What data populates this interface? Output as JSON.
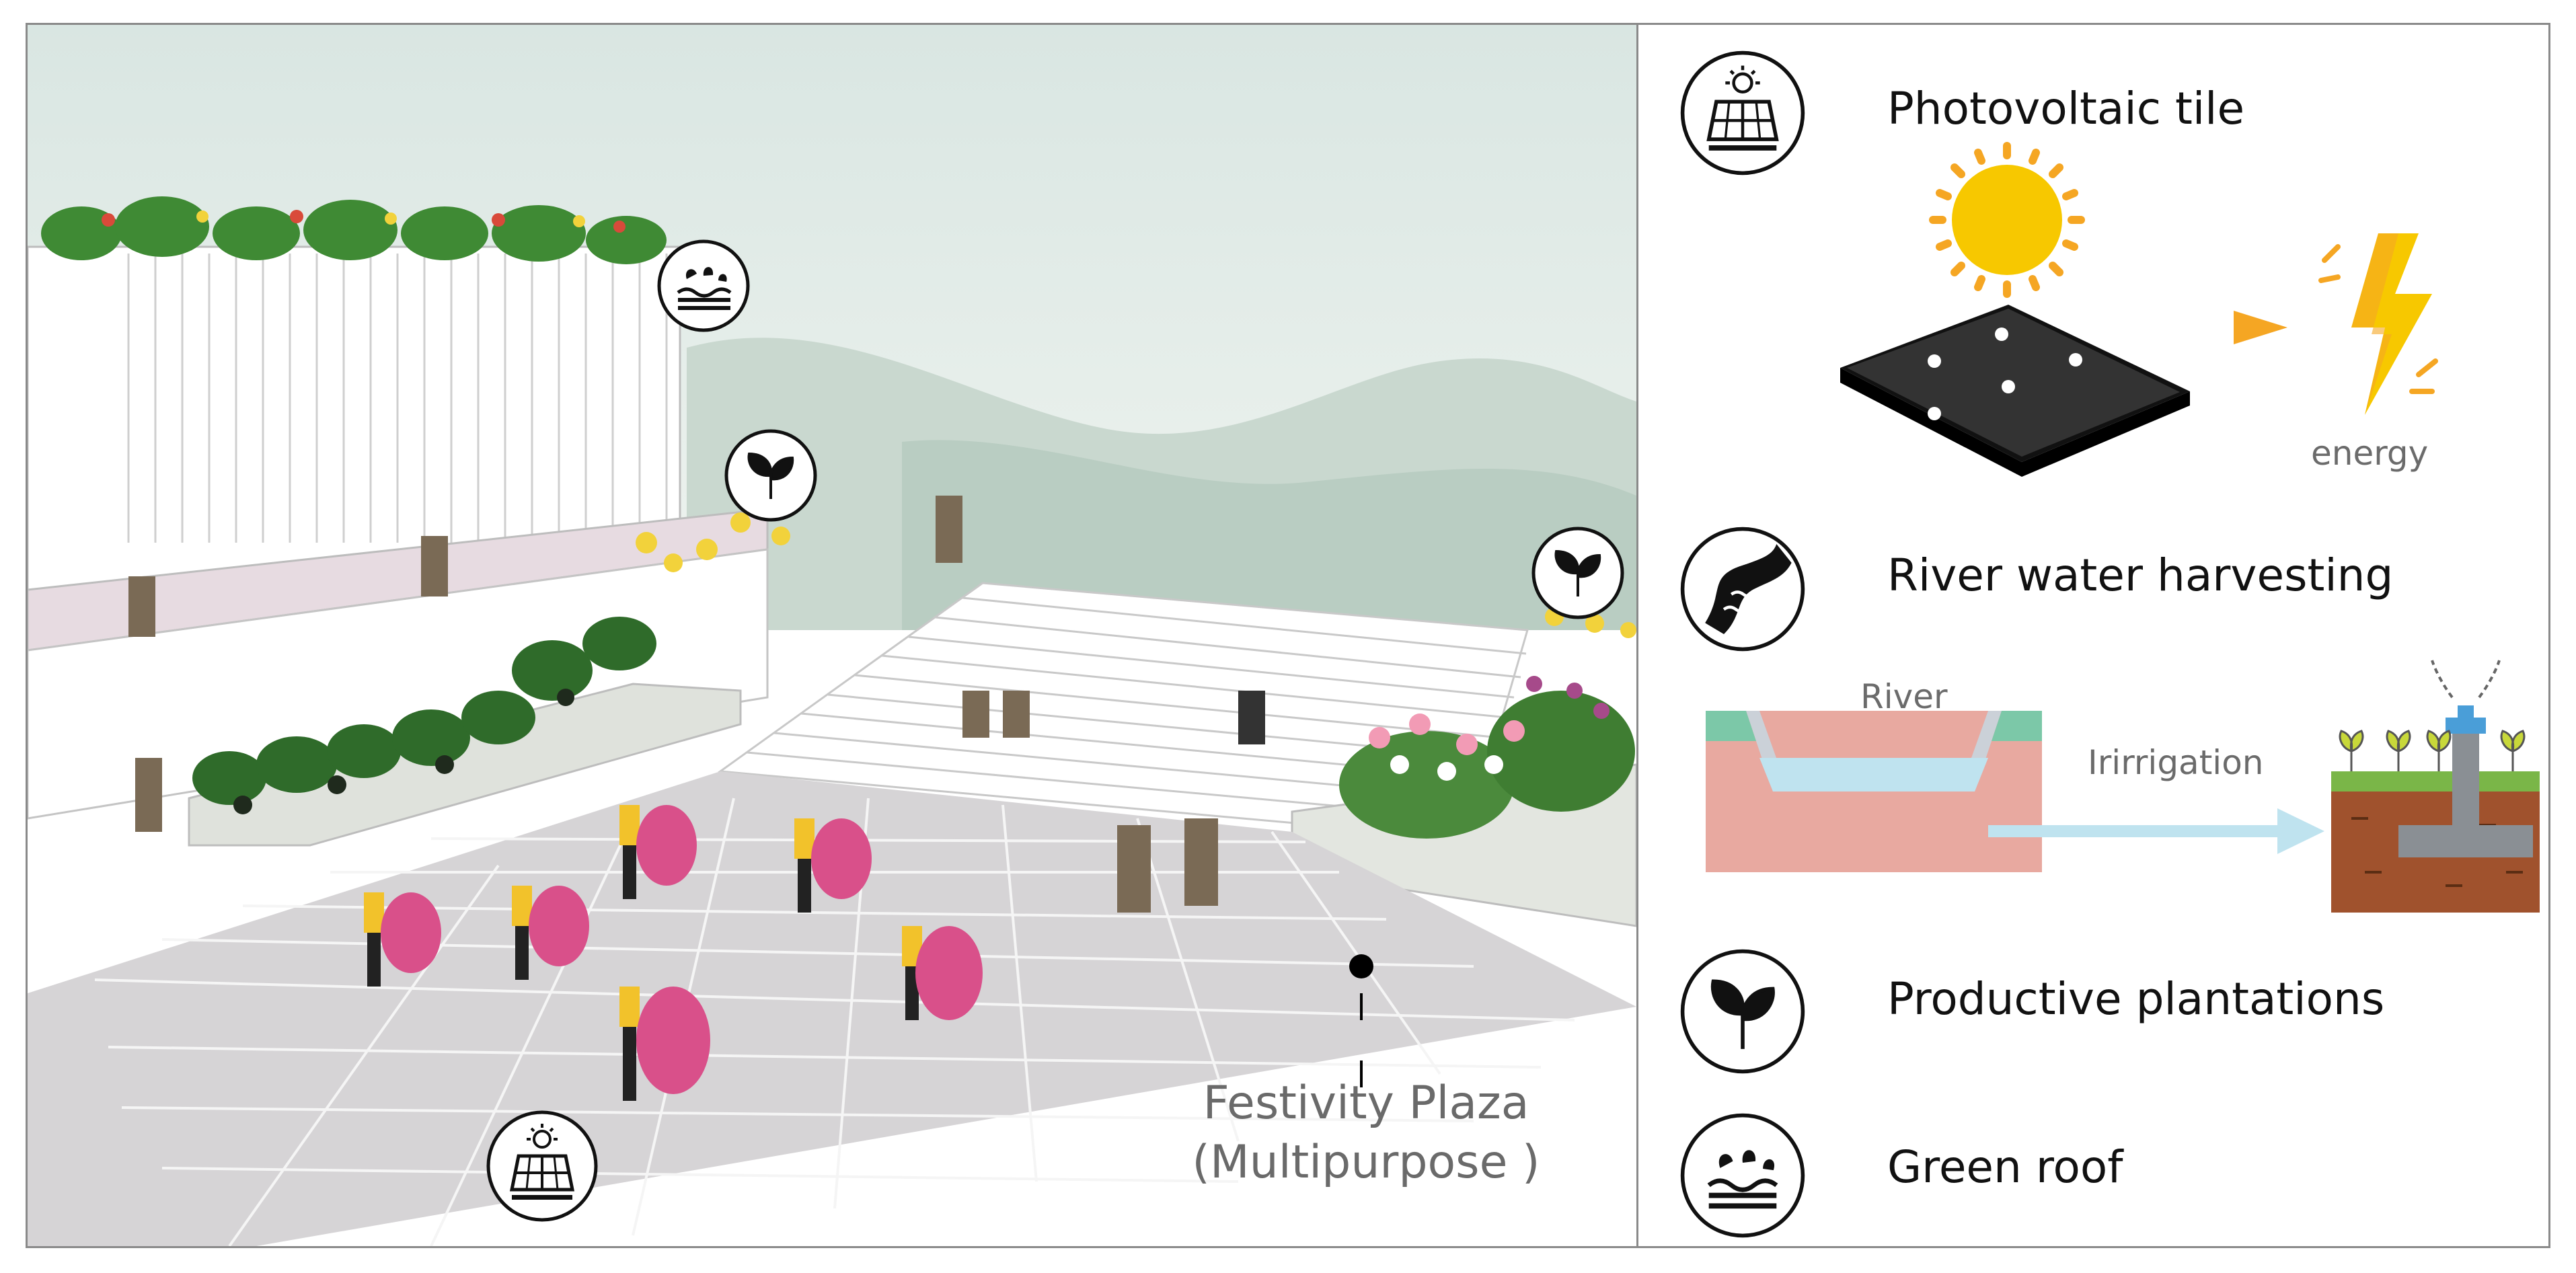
{
  "scene": {
    "plaza_label_line1": "Festivity Plaza",
    "plaza_label_line2": "(Multipurpose )"
  },
  "legend": {
    "items": [
      {
        "label": "Photovoltaic tile",
        "icon": "solar-panel-icon"
      },
      {
        "label": "River water harvesting",
        "icon": "river-icon"
      },
      {
        "label": "Productive plantations",
        "icon": "sprout-icon"
      },
      {
        "label": "Green roof",
        "icon": "green-roof-icon"
      }
    ],
    "energy_label": "energy",
    "river_label": "River",
    "irrigation_label": "Irirrigation"
  },
  "colors": {
    "sky": "#dfe9e4",
    "plaza": "#d6d4d6",
    "walkway": "#e3d8de",
    "plant_dark": "#2f6b2a",
    "sun": "#f7c800",
    "arrow_orange": "#f5a623",
    "river_water": "#bfe3ef",
    "river_bank": "#e8a9a0",
    "river_grass": "#7cc8a8",
    "soil": "#a0522d",
    "pipe": "#8a8f94"
  }
}
